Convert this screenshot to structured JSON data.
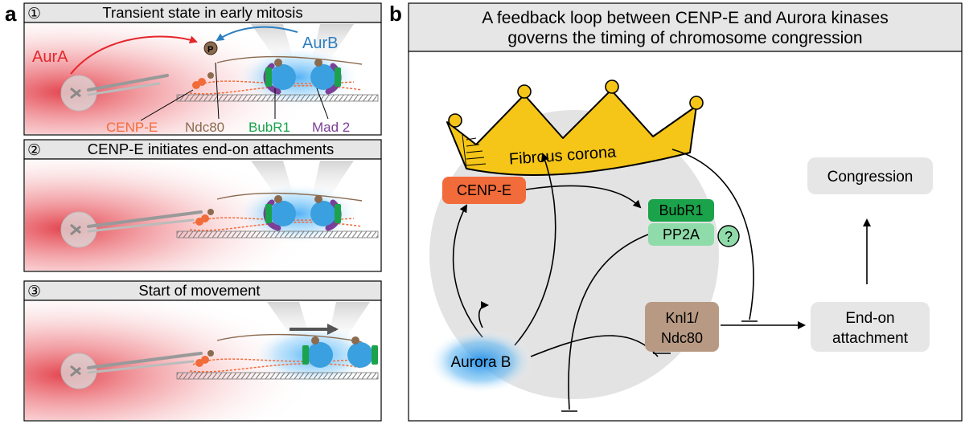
{
  "panel_a": {
    "letter": "a",
    "rows": [
      {
        "number": "①",
        "title": "Transient state in early mitosis"
      },
      {
        "number": "②",
        "title": "CENP-E initiates end-on attachments"
      },
      {
        "number": "③",
        "title": "Start of movement"
      }
    ],
    "labels": {
      "aura": "AurA",
      "aurb": "AurB",
      "phospho": "P",
      "cenpe": "CENP-E",
      "ndc80": "Ndc80",
      "bubr1": "BubR1",
      "mad2": "Mad 2"
    }
  },
  "panel_b": {
    "letter": "b",
    "title_line1": "A feedback loop between CENP-E and Aurora kinases",
    "title_line2": "governs the timing of chromosome congression",
    "crown_label": "Fibrous corona",
    "nodes": {
      "cenpe": "CENP-E",
      "bubr1": "BubR1",
      "pp2a": "PP2A",
      "question": "?",
      "knl1_line1": "Knl1/",
      "knl1_line2": "Ndc80",
      "aurorab": "Aurora B",
      "endon_line1": "End-on",
      "endon_line2": "attachment",
      "congression": "Congression"
    }
  },
  "colors": {
    "aura_red": "#e4262b",
    "aurb_blue": "#2d7fc1",
    "cenpe_orange": "#f26b3a",
    "ndc80_brown": "#8b6a4e",
    "bubr1_green": "#1aa34a",
    "mad2_purple": "#7b3f98",
    "pp2a_green": "#8fdcaa",
    "crown_yellow": "#f5c518",
    "knl1_tan": "#b89a84",
    "header_gray": "#e6e6e6",
    "circle_gray": "#e3e3e3"
  }
}
